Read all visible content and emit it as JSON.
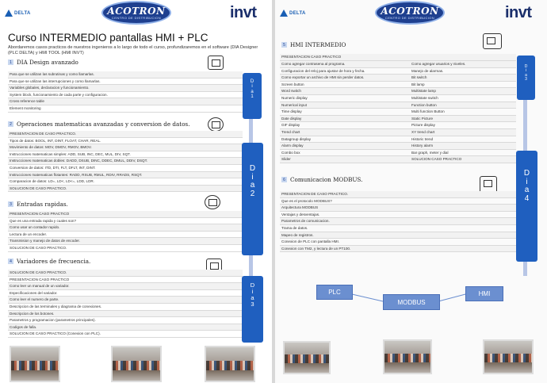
{
  "logos": {
    "delta": "DELTA",
    "acotron_main": "ACOTRON",
    "acotron_sub": "CENTRO DE DISTRIBUCION",
    "invt": "invt"
  },
  "left": {
    "title": "Curso INTERMEDIO pantallas HMI + PLC",
    "intro": "Abordaremos casos practicos de nuestros ingenieros a lo largo de todo el curso, profundizaremos en el software (DIA Designer (PLC DELTA) y HMI TOOL (HMI INVT)",
    "sections": [
      {
        "num": "1",
        "title": "DIA Design avanzado",
        "icon": "monitor-icon",
        "rows": [
          "Para que se utilizan las subrutinas y como llamarlas.",
          "Para que se utilizan las interrupciones y como llamarlas.",
          "Variables globales, declaracion y funcionamiento.",
          "System block, funcionamiento de cada parte y configuracion.",
          "Cross reference table",
          "Element monitoring"
        ]
      },
      {
        "num": "2",
        "title": "Operaciones matematicas avanzadas y conversion de datos.",
        "icon": "gears-icon",
        "rows": [
          "PRESENTACION DE CASO PRACTICO.",
          "Tipos de datos: BOOL, INT, DINT, FLOAT, CHAR, REAL.",
          "Movimiento de datos: MOV, DMOV, RMOV, BMOV.",
          "Instrucciones matematicas simples: ADD, SUB, INC, DEC, MUL, DIV, SQT.",
          "Instrucciones matematicas dobles: DADD, DSUB, DINC, DDEC, DMUL, DDIV, DSQT.",
          "Conversion de datos: ITD, DTI, FLT, DFLT, INT, DINT.",
          "Instrucciones matematicas flotantes: RADD, RSUB, RMUL, RDIV, RRADS, RSQT.",
          "Comparacion de datos: LD=, LD<, LD<=, LDD, LDR.",
          "SOLUCION DE CASO PRACTICO."
        ]
      },
      {
        "num": "3",
        "title": "Entradas rapidas.",
        "icon": "encoder-icon",
        "rows": [
          "PRESENTACION CASO PRACTICO",
          "Que es una entrada rapida y cuales son?",
          "Como usar un contador rapido.",
          "Lectura de un encoder.",
          "Transmision y manejo de datos de encoder.",
          "SOLUCION DE CASO PRACTICO."
        ]
      },
      {
        "num": "4",
        "title": "Variadores de frecuencia.",
        "icon": "motor-icon",
        "rows": [
          "SOLUCION DE CASO PRACTICO.",
          "PRESENTACION CASO PRACTICO",
          "Como leer un manual de un variador.",
          "Especificaciones del variador.",
          "Como leer el numero de parte.",
          "Descripcion de las terminales y diagrama de conexiones.",
          "Descripcion de los botones.",
          "Parametros y programacion (parametros principales).",
          "Codigos de falla.",
          "SOLUCION DE CASO PRACTICO (Conexion con PLC)."
        ]
      }
    ],
    "days": [
      {
        "letters": [
          "D",
          "i",
          "a",
          "1"
        ]
      },
      {
        "letters": [
          "D",
          "i",
          "a",
          "2"
        ]
      },
      {
        "letters": [
          "D",
          "i",
          "a",
          "3"
        ]
      }
    ]
  },
  "right": {
    "sections": [
      {
        "num": "5",
        "title": "HMI INTERMEDIO",
        "icon": "hmi-gear-icon",
        "header_row": "PRESENTACION CASO PRACTICO",
        "col_left": [
          "Como agregar contrasena al programa.",
          "Configuracion del reloj para ajustar de hora y fecha.",
          "Como exportar un archivo de HMI sin perder datos.",
          "Screen button",
          "Word switch",
          "Numeric display",
          "Numerical input",
          "Time display",
          "Date display",
          "GIF display",
          "Trend chart",
          "Datagroup display",
          "Alarm display",
          "Combo box",
          "Slider"
        ],
        "col_right": [
          "Como agregar usuarios y niveles.",
          "Manejo de alarmas.",
          "Bit switch",
          "Bit lamp",
          "Multistate lamp",
          "Multistate switch",
          "Function button",
          "Multi function Button",
          "Static Picture",
          "Picture display",
          "XY trend chart",
          "Historic trend",
          "History alarm",
          "Bar graph, meter y dial",
          "SOLUCION CASO PRACTICO"
        ]
      },
      {
        "num": "6",
        "title": "Comunicacion MODBUS.",
        "icon": "network-doc-icon",
        "rows": [
          "PRESENTACION DE CASO PRACTICO.",
          "Que es el protocolo MODBUS?",
          "Arquitectura MODBUS",
          "Ventajas y desventajas.",
          "Parametros de comunicacion.",
          "Trama de datos.",
          "Mapeo de registros.",
          "Conexion de PLC con pantalla HMI.",
          "Conexion con TM2, y lectura de un PT100."
        ]
      }
    ],
    "days": [
      {
        "letters": [
          "D",
          "i",
          "a",
          "3"
        ]
      },
      {
        "letters": [
          "D",
          "i",
          "a",
          "4"
        ]
      }
    ],
    "diagram": {
      "plc": "PLC",
      "modbus": "MODBUS",
      "hmi": "HMI"
    }
  }
}
